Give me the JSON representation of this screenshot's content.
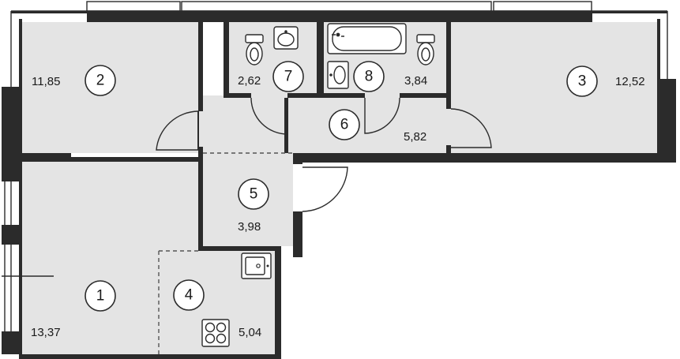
{
  "rooms": [
    {
      "id": "2",
      "label": "2",
      "area": "11,85"
    },
    {
      "id": "7",
      "label": "7",
      "area": "2,62"
    },
    {
      "id": "8",
      "label": "8",
      "area": "3,84"
    },
    {
      "id": "3",
      "label": "3",
      "area": "12,52"
    },
    {
      "id": "6",
      "label": "6",
      "area": "5,82"
    },
    {
      "id": "5",
      "label": "5",
      "area": "3,98"
    },
    {
      "id": "1",
      "label": "1",
      "area": "13,37"
    },
    {
      "id": "4",
      "label": "4",
      "area": "5,04"
    }
  ]
}
